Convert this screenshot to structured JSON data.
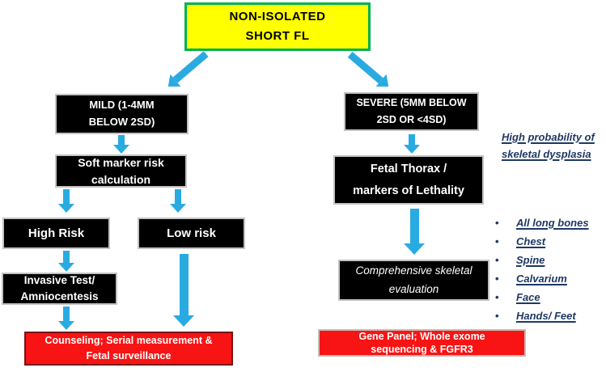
{
  "root": {
    "line1": "NON-ISOLATED",
    "line2": "SHORT FL"
  },
  "left": {
    "mild": {
      "line1": "MILD (1-4MM",
      "line2": "BELOW 2SD)"
    },
    "soft_marker": {
      "line1": "Soft marker risk",
      "line2": "calculation"
    },
    "high_risk": {
      "label": "High Risk"
    },
    "low_risk": {
      "label": "Low risk"
    },
    "invasive": {
      "line1": "Invasive Test/",
      "line2": "Amniocentesis"
    },
    "counseling": {
      "line1": "Counseling; Serial measurement &",
      "line2": "Fetal surveillance"
    }
  },
  "right": {
    "severe": {
      "line1": "SEVERE (5MM BELOW",
      "line2": "2SD OR <4SD)"
    },
    "fetal_thorax": {
      "line1": "Fetal Thorax /",
      "line2": "markers of Lethality"
    },
    "comprehensive": {
      "line1": "Comprehensive skeletal",
      "line2": "evaluation"
    },
    "gene_panel": {
      "line1": "Gene Panel; Whole exome",
      "line2": "sequencing & FGFR3"
    }
  },
  "annotations": {
    "heading": {
      "line1": "High probability of",
      "line2": "skeletal dysplasia"
    },
    "bullets": [
      "All long bones",
      "Chest",
      "Spine",
      "Calvarium",
      "Face",
      "Hands/ Feet"
    ],
    "bullet_glyph": "•"
  },
  "colors": {
    "arrow": "#29abe2",
    "node_bg": "#000000",
    "node_text": "#ffffff",
    "root_bg": "#ffff00",
    "root_border": "#00b050",
    "alert_bg": "#f81414",
    "annotation_text": "#1f3864"
  }
}
